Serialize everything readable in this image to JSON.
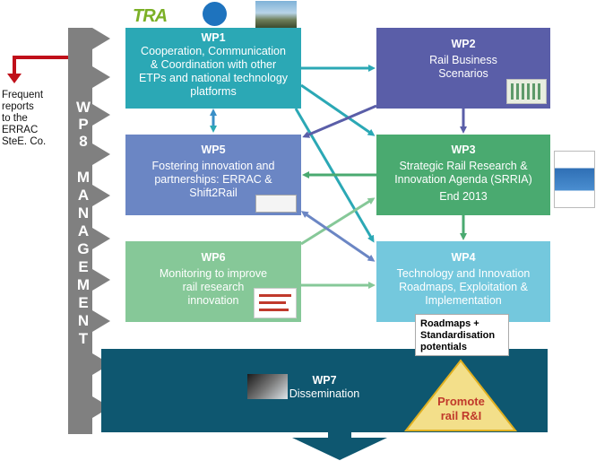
{
  "side_note": [
    "Frequent",
    "reports",
    "to the",
    "ERRAC",
    "SteE. Co."
  ],
  "wp8": {
    "letters": [
      "W",
      "P",
      "8",
      "",
      "M",
      "A",
      "N",
      "A",
      "G",
      "E",
      "M",
      "E",
      "N",
      "T"
    ]
  },
  "logos": {
    "tra": "TRA"
  },
  "boxes": {
    "wp1": {
      "title": "WP1",
      "lines": [
        "Cooperation, Communication",
        "& Coordination with other",
        "ETPs and national technology",
        "platforms"
      ]
    },
    "wp2": {
      "title": "WP2",
      "lines": [
        "Rail Business",
        "Scenarios"
      ]
    },
    "wp5": {
      "title": "WP5",
      "lines": [
        "Fostering innovation and",
        "partnerships: ERRAC &",
        "Shift2Rail"
      ]
    },
    "wp3": {
      "title": "WP3",
      "lines": [
        "Strategic Rail Research &",
        "Innovation Agenda (SRRIA)"
      ],
      "end": "End 2013"
    },
    "wp6": {
      "title": "WP6",
      "lines": [
        "Monitoring to improve",
        "rail research",
        "innovation"
      ]
    },
    "wp4": {
      "title": "WP4",
      "lines": [
        "Technology and Innovation",
        "Roadmaps, Exploitation &",
        "Implementation"
      ]
    },
    "wp7": {
      "title": "WP7",
      "lines": [
        "Dissemination"
      ]
    }
  },
  "callout": [
    "Roadmaps +",
    "Standardisation",
    "potentials"
  ],
  "promote": [
    "Promote",
    "rail R&I"
  ],
  "colors": {
    "wp1": "#2ba8b5",
    "wp2": "#5a5ea8",
    "wp3": "#4aaa70",
    "wp4": "#74c8dd",
    "wp5": "#6b86c4",
    "wp6": "#86c898",
    "wp7": "#0e5770",
    "wp8": "#808080",
    "report_arrow": "#c0101a",
    "promote_triangle": "#f3df8a"
  }
}
